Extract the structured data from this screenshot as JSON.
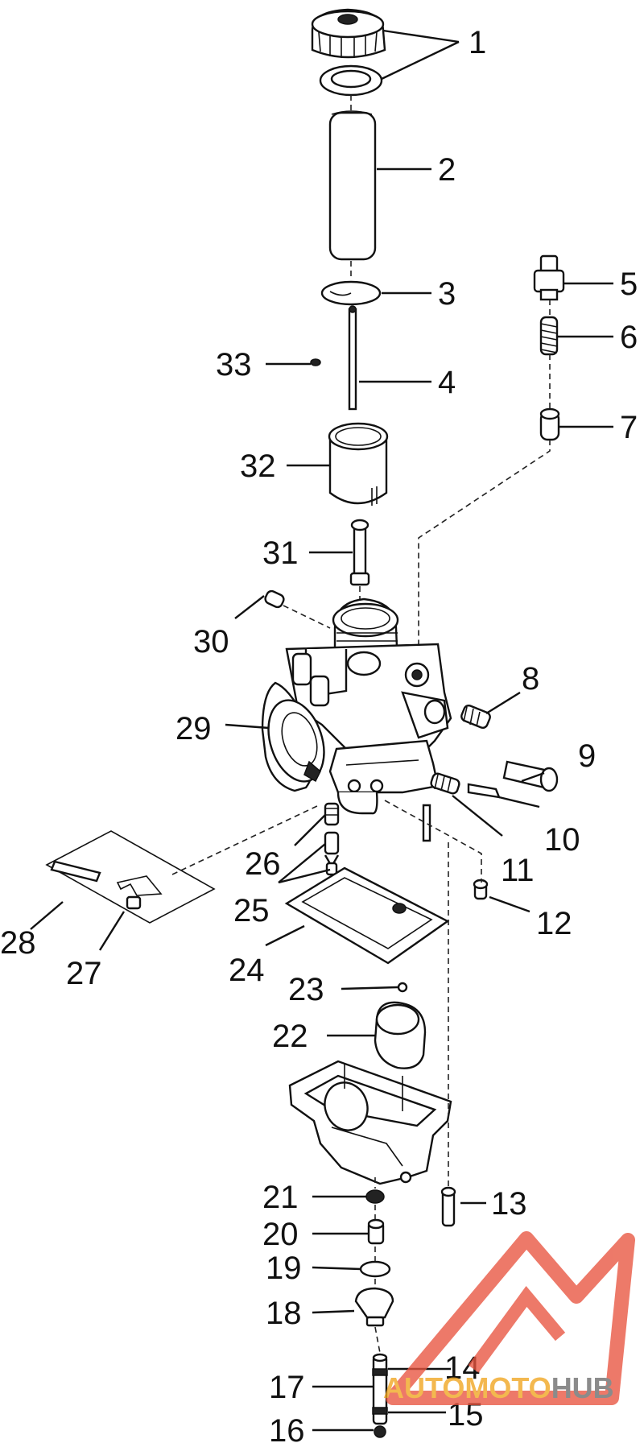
{
  "callouts": [
    {
      "id": "1",
      "label": "1"
    },
    {
      "id": "2",
      "label": "2"
    },
    {
      "id": "3",
      "label": "3"
    },
    {
      "id": "4",
      "label": "4"
    },
    {
      "id": "5",
      "label": "5"
    },
    {
      "id": "6",
      "label": "6"
    },
    {
      "id": "7",
      "label": "7"
    },
    {
      "id": "8",
      "label": "8"
    },
    {
      "id": "9",
      "label": "9"
    },
    {
      "id": "10",
      "label": "10"
    },
    {
      "id": "11",
      "label": "11"
    },
    {
      "id": "12",
      "label": "12"
    },
    {
      "id": "13",
      "label": "13"
    },
    {
      "id": "14",
      "label": "14"
    },
    {
      "id": "15",
      "label": "15"
    },
    {
      "id": "16",
      "label": "16"
    },
    {
      "id": "17",
      "label": "17"
    },
    {
      "id": "18",
      "label": "18"
    },
    {
      "id": "19",
      "label": "19"
    },
    {
      "id": "20",
      "label": "20"
    },
    {
      "id": "21",
      "label": "21"
    },
    {
      "id": "22",
      "label": "22"
    },
    {
      "id": "23",
      "label": "23"
    },
    {
      "id": "24",
      "label": "24"
    },
    {
      "id": "25",
      "label": "25"
    },
    {
      "id": "26",
      "label": "26"
    },
    {
      "id": "27",
      "label": "27"
    },
    {
      "id": "28",
      "label": "28"
    },
    {
      "id": "29",
      "label": "29"
    },
    {
      "id": "30",
      "label": "30"
    },
    {
      "id": "31",
      "label": "31"
    },
    {
      "id": "32",
      "label": "32"
    },
    {
      "id": "33",
      "label": "33"
    }
  ],
  "watermark": {
    "part1": "AUTO",
    "part2": "MOTO",
    "part3": "HUB",
    "color_red": "#e8543f",
    "color_orange": "#f0a51e",
    "color_gray": "#6b6b6b"
  }
}
